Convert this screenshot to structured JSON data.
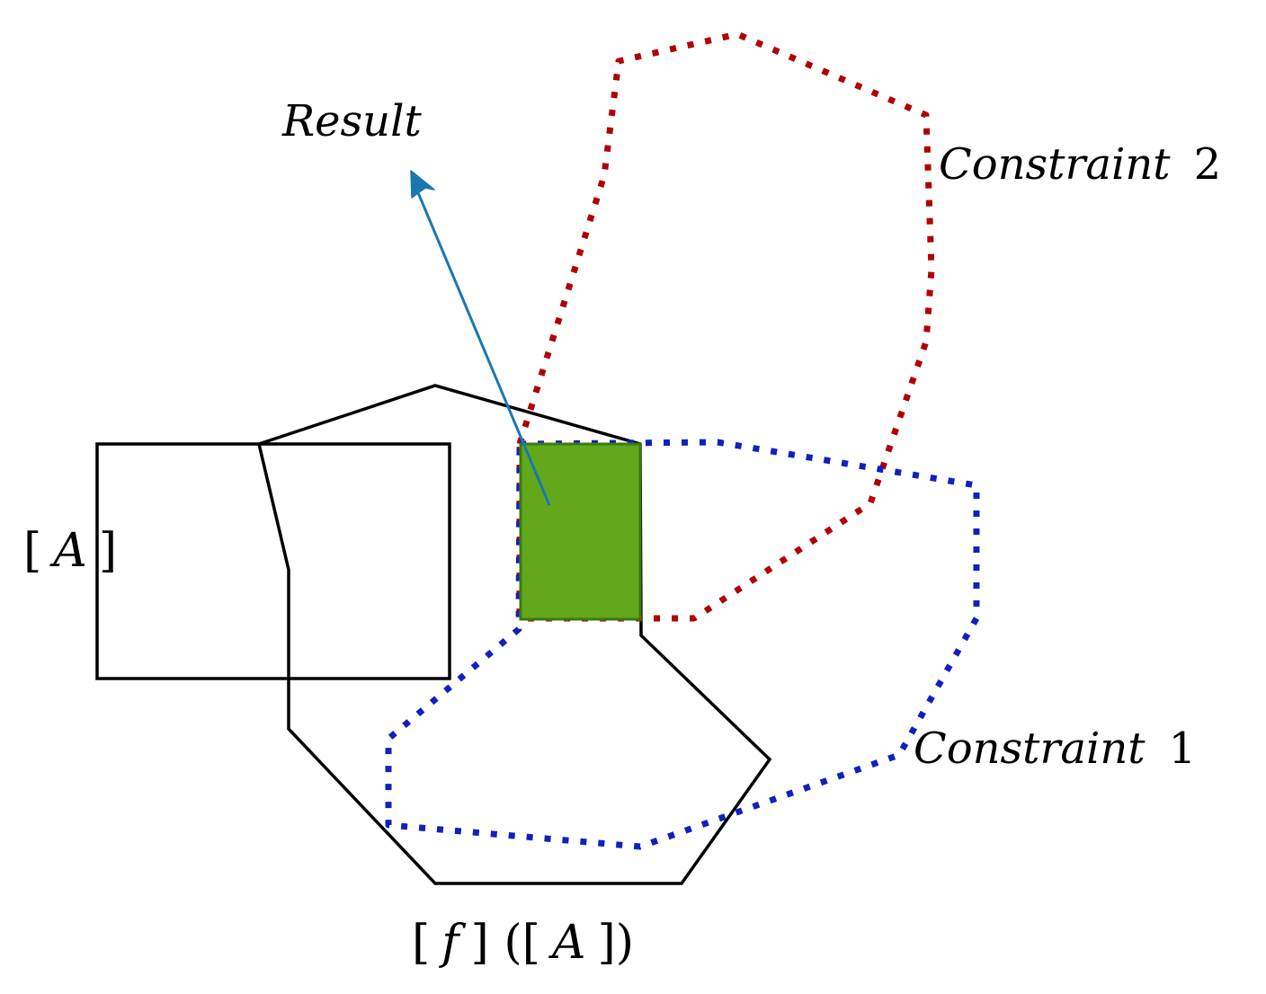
{
  "labels": {
    "result": "Result",
    "constraint2_word": "Constraint",
    "constraint2_num": "2",
    "constraint1_word": "Constraint",
    "constraint1_num": "1",
    "box_a_open": "[",
    "box_a_var": "A",
    "box_a_close": "]",
    "image_open": "[",
    "image_f": "f",
    "image_mid": "] ([",
    "image_a": "A",
    "image_close": "])"
  },
  "colors": {
    "outline": "#000000",
    "constraint2": "#b00000",
    "constraint1": "#1020c0",
    "result_fill": "#62a81a",
    "result_stroke": "#3a7a12",
    "arrow": "#1a78b0"
  }
}
